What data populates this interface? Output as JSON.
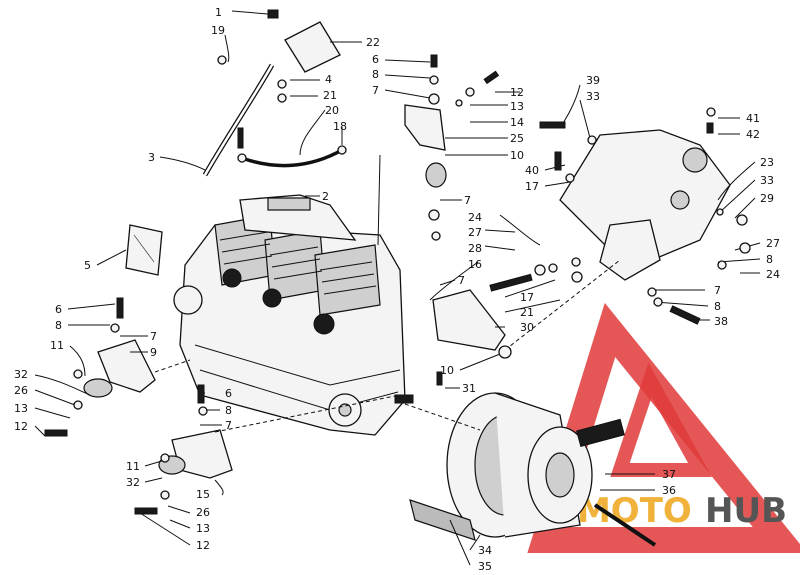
{
  "watermark": {
    "part_a": "AUTOMOTO",
    "part_b": "HUB",
    "triangle_color": "#e03a3a",
    "text_a_color": "#f0b23a",
    "text_b_color": "#555555"
  },
  "callouts": {
    "c1": "1",
    "c19": "19",
    "c22": "22",
    "c4": "4",
    "c21a": "21",
    "c20": "20",
    "c18": "18",
    "c3": "3",
    "c2": "2",
    "c5": "5",
    "c6a": "6",
    "c8a": "8",
    "c7a": "7",
    "c11a": "11",
    "c9": "9",
    "c32a": "32",
    "c26a": "26",
    "c13a": "13",
    "c12a": "12",
    "c6b": "6",
    "c8b": "8",
    "c7b": "7",
    "c11b": "11",
    "c32b": "32",
    "c15": "15",
    "c26b": "26",
    "c13b": "13",
    "c12b": "12",
    "c6c": "6",
    "c8c": "8",
    "c7c": "7",
    "c12c": "12",
    "c13c": "13",
    "c14": "14",
    "c25": "25",
    "c10a": "10",
    "c7d": "7",
    "c24a": "24",
    "c27a": "27",
    "c28": "28",
    "c16": "16",
    "c7e": "7",
    "c17a": "17",
    "c21b": "21",
    "c30": "30",
    "c10b": "10",
    "c31": "31",
    "c39": "39",
    "c33a": "33",
    "c40": "40",
    "c17b": "17",
    "c41": "41",
    "c42": "42",
    "c23": "23",
    "c33b": "33",
    "c29": "29",
    "c27b": "27",
    "c8d": "8",
    "c24b": "24",
    "c7f": "7",
    "c8e": "8",
    "c38": "38",
    "c37": "37",
    "c36": "36",
    "c34": "34",
    "c35": "35"
  }
}
